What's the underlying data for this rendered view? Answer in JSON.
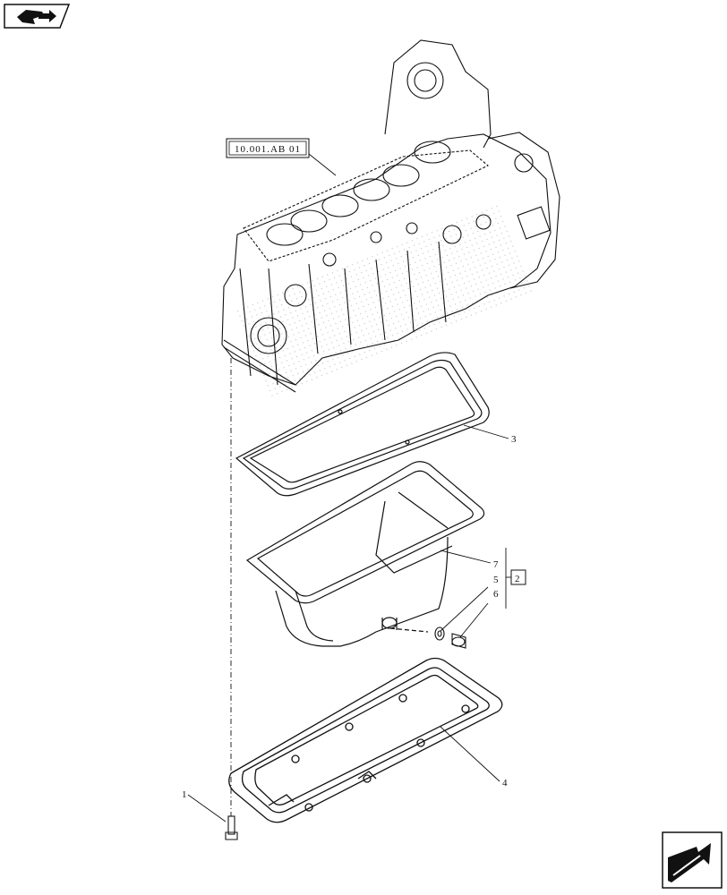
{
  "header": {
    "icon": "book-open-arrow-icon"
  },
  "reference": {
    "label": "10.001.AB 01"
  },
  "callouts": {
    "c1": "1",
    "c2": "2",
    "c3": "3",
    "c4": "4",
    "c5": "5",
    "c6": "6",
    "c7": "7"
  },
  "footer": {
    "icon": "next-page-arrow-icon"
  }
}
